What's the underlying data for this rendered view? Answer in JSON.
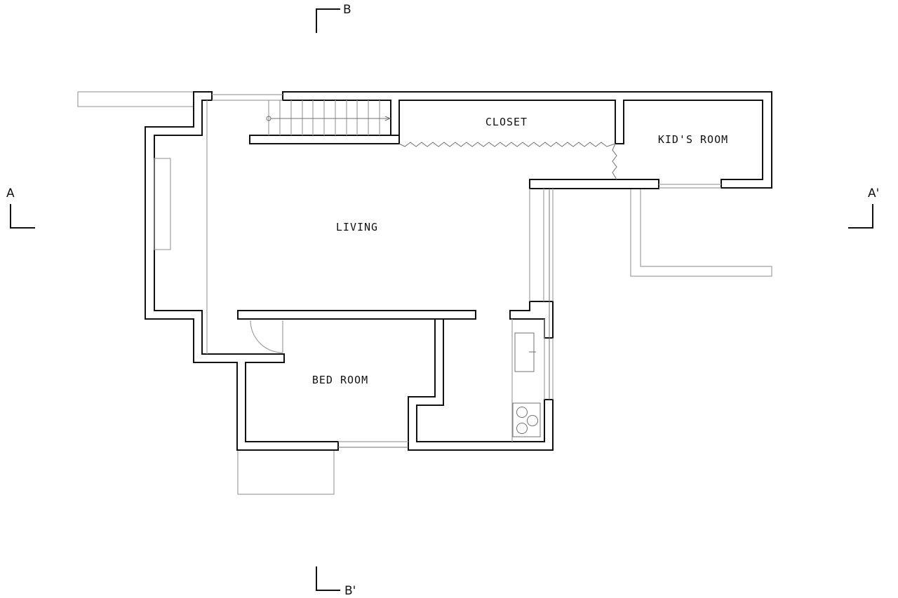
{
  "drawing": {
    "type": "floor plan",
    "line_color": "#111111",
    "fixture_color": "#a0a0a0",
    "background": "#ffffff"
  },
  "rooms": {
    "living": "LIVING",
    "closet": "CLOSET",
    "kids_room": "KID'S ROOM",
    "bed_room": "BED ROOM"
  },
  "section_marks": {
    "a_start": "A",
    "a_end": "A'",
    "b_start": "B",
    "b_end": "B'"
  },
  "fixtures": {
    "stair": "stair",
    "kitchen_sink": "sink",
    "cooktop_burners": 3,
    "built_in_bench": "bench",
    "door_swing": "door"
  }
}
